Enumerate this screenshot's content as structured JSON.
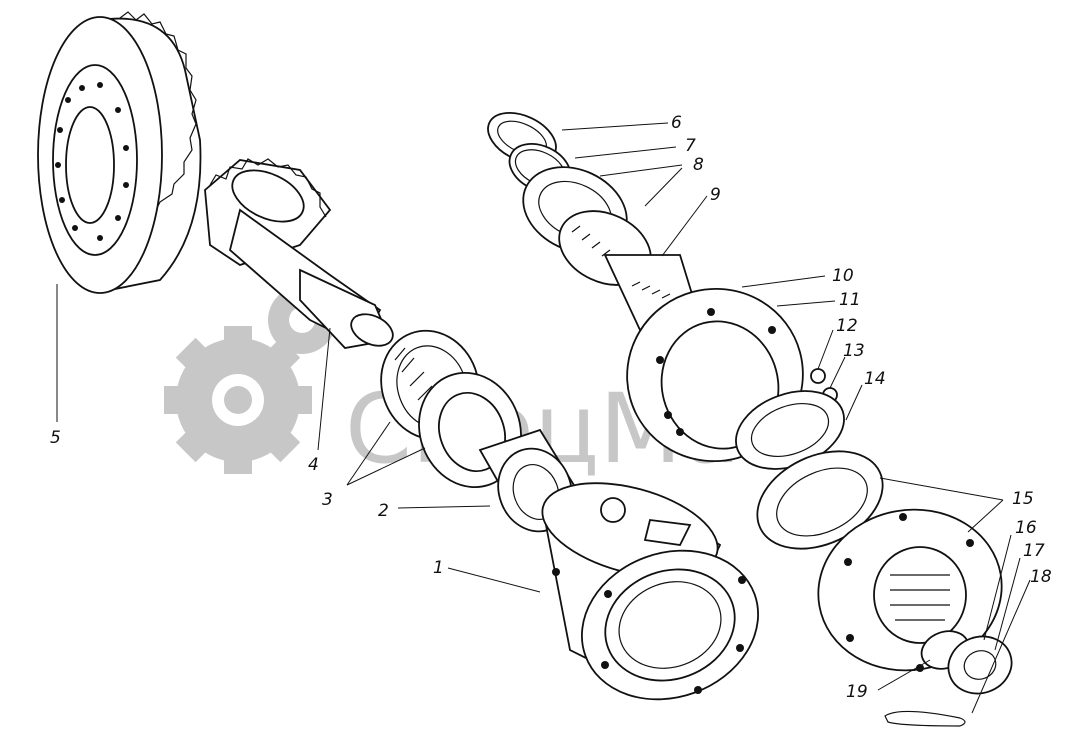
{
  "watermark": {
    "text": "СпецМаш",
    "logo": "gear-logo"
  },
  "labels": [
    {
      "id": "1",
      "text": "1"
    },
    {
      "id": "2",
      "text": "2"
    },
    {
      "id": "3",
      "text": "3"
    },
    {
      "id": "4",
      "text": "4"
    },
    {
      "id": "5",
      "text": "5"
    },
    {
      "id": "6",
      "text": "6"
    },
    {
      "id": "7",
      "text": "7"
    },
    {
      "id": "8",
      "text": "8"
    },
    {
      "id": "9",
      "text": "9"
    },
    {
      "id": "10",
      "text": "10"
    },
    {
      "id": "11",
      "text": "11"
    },
    {
      "id": "12",
      "text": "12"
    },
    {
      "id": "13",
      "text": "13"
    },
    {
      "id": "14",
      "text": "14"
    },
    {
      "id": "15",
      "text": "15"
    },
    {
      "id": "16",
      "text": "16"
    },
    {
      "id": "17",
      "text": "17"
    },
    {
      "id": "18",
      "text": "18"
    },
    {
      "id": "19",
      "text": "19"
    }
  ]
}
